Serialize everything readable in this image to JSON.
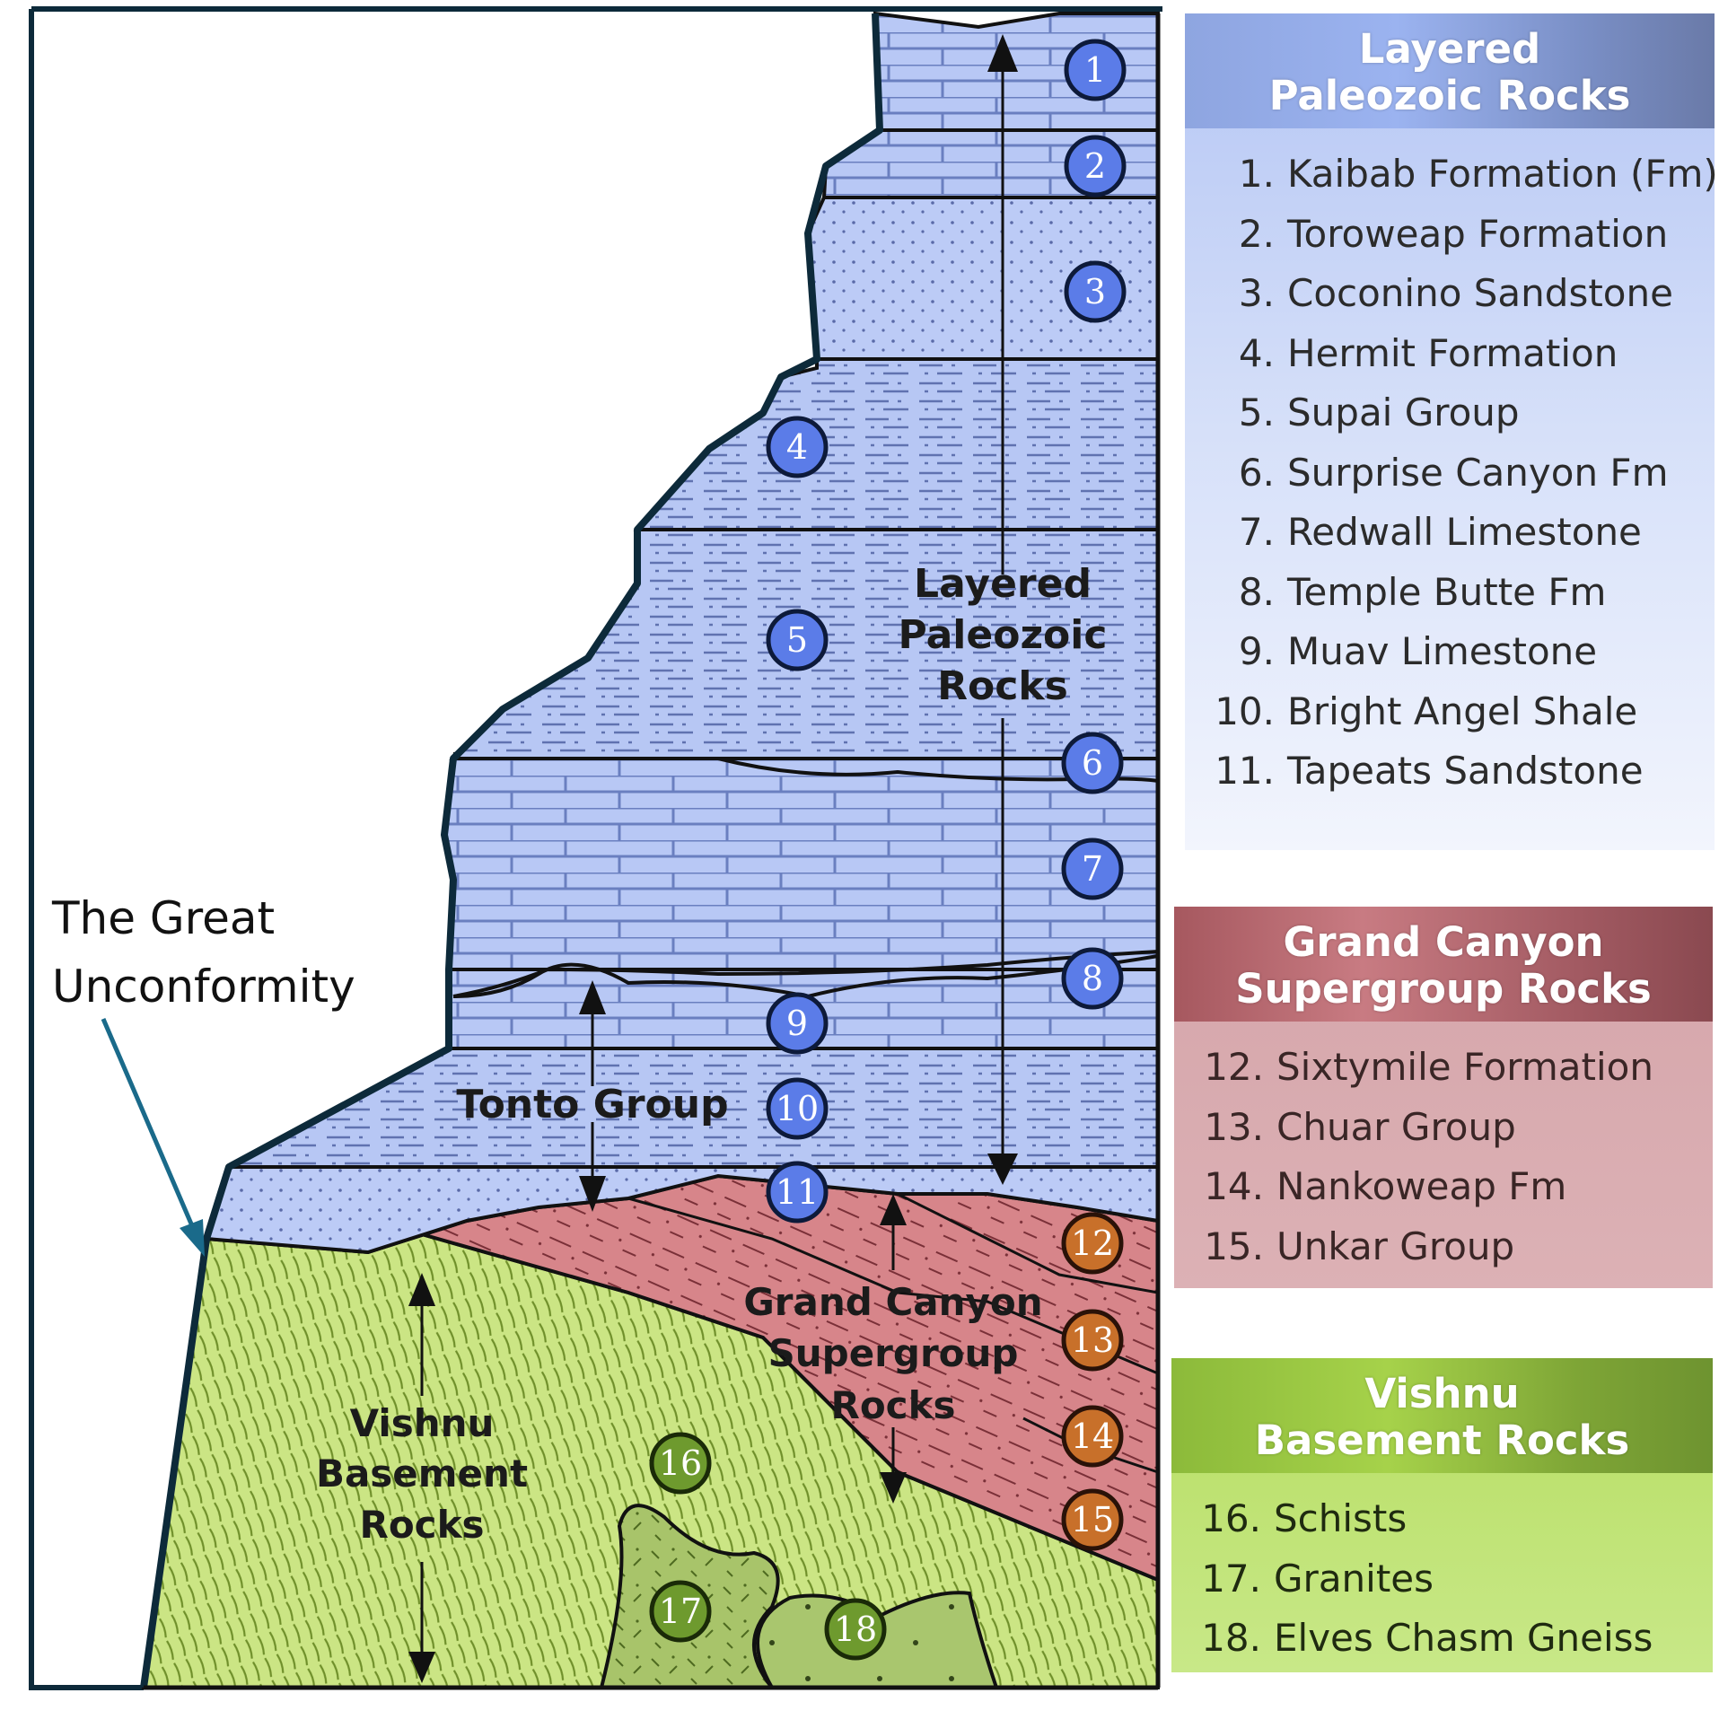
{
  "annotation": {
    "line1": "The Great",
    "line2": "Unconformity"
  },
  "diagram_labels": {
    "paleozoic": [
      "Layered",
      "Paleozoic",
      "Rocks"
    ],
    "tonto": "Tonto Group",
    "supergroup": [
      "Grand Canyon",
      "Supergroup",
      "Rocks"
    ],
    "vishnu": [
      "Vishnu",
      "Basement",
      "Rocks"
    ]
  },
  "colors": {
    "paleozoic_fill": "#b8c8f5",
    "paleozoic_badge": "#5b7ce8",
    "supergroup_fill": "#d68288",
    "supergroup_badge": "#c8702a",
    "vishnu_fill": "#c8e47c",
    "vishnu_badge": "#6e9a2e",
    "outline": "#0d2a3a",
    "arrow_annotation": "#1a6a8a"
  },
  "badges": [
    "1",
    "2",
    "3",
    "4",
    "5",
    "6",
    "7",
    "8",
    "9",
    "10",
    "11",
    "12",
    "13",
    "14",
    "15",
    "16",
    "17",
    "18"
  ],
  "legends": {
    "paleozoic": {
      "title_line1": "Layered",
      "title_line2": "Paleozoic Rocks",
      "items": [
        {
          "num": "1.",
          "name": "Kaibab Formation (Fm)"
        },
        {
          "num": "2.",
          "name": "Toroweap Formation"
        },
        {
          "num": "3.",
          "name": "Coconino Sandstone"
        },
        {
          "num": "4.",
          "name": "Hermit Formation"
        },
        {
          "num": "5.",
          "name": "Supai Group"
        },
        {
          "num": "6.",
          "name": "Surprise Canyon Fm"
        },
        {
          "num": "7.",
          "name": "Redwall Limestone"
        },
        {
          "num": "8.",
          "name": "Temple Butte Fm"
        },
        {
          "num": "9.",
          "name": "Muav Limestone"
        },
        {
          "num": "10.",
          "name": "Bright Angel Shale"
        },
        {
          "num": "11.",
          "name": "Tapeats Sandstone"
        }
      ]
    },
    "supergroup": {
      "title_line1": "Grand Canyon",
      "title_line2": "Supergroup Rocks",
      "items": [
        {
          "num": "12.",
          "name": "Sixtymile Formation"
        },
        {
          "num": "13.",
          "name": "Chuar Group"
        },
        {
          "num": "14.",
          "name": "Nankoweap Fm"
        },
        {
          "num": "15.",
          "name": "Unkar Group"
        }
      ]
    },
    "vishnu": {
      "title_line1": "Vishnu",
      "title_line2": "Basement Rocks",
      "items": [
        {
          "num": "16.",
          "name": "Schists"
        },
        {
          "num": "17.",
          "name": "Granites"
        },
        {
          "num": "18.",
          "name": "Elves Chasm Gneiss"
        }
      ]
    }
  }
}
